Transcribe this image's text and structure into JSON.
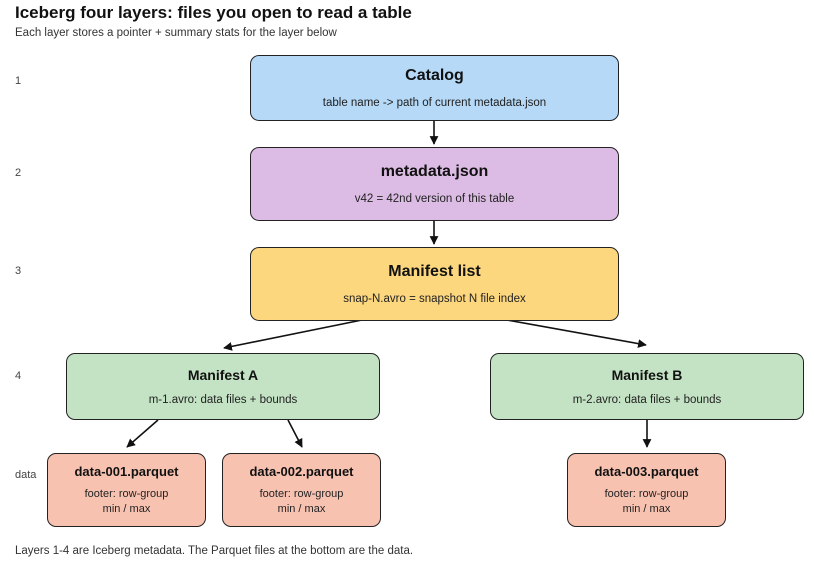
{
  "header": {
    "title": "Iceberg four layers: files you open to read a table",
    "subtitle": "Each layer stores a pointer + summary stats for the layer below"
  },
  "layers": [
    "1",
    "2",
    "3",
    "4",
    "data"
  ],
  "nodes": {
    "catalog": {
      "title": "Catalog",
      "sub": "table name -> path of current metadata.json"
    },
    "metadata": {
      "title": "metadata.json",
      "sub": "v42 = 42nd version of this table"
    },
    "manifest_list": {
      "title": "Manifest list",
      "sub": "snap-N.avro = snapshot N file index"
    },
    "manifest_a": {
      "title": "Manifest A",
      "sub": "m-1.avro: data files + bounds"
    },
    "manifest_b": {
      "title": "Manifest B",
      "sub": "m-2.avro: data files + bounds"
    },
    "data_001": {
      "title": "data-001.parquet",
      "sub1": "footer: row-group",
      "sub2": "min / max"
    },
    "data_002": {
      "title": "data-002.parquet",
      "sub1": "footer: row-group",
      "sub2": "min / max"
    },
    "data_003": {
      "title": "data-003.parquet",
      "sub1": "footer: row-group",
      "sub2": "min / max"
    }
  },
  "footer": "Layers 1-4 are Iceberg metadata. The Parquet files at the bottom are the data.",
  "colors": {
    "catalog": "#b5d9f7",
    "metadata": "#dcbce4",
    "manifest_list": "#fdd77e",
    "manifest": "#c4e3c4",
    "data": "#f8c2b1",
    "border": "#222222"
  }
}
